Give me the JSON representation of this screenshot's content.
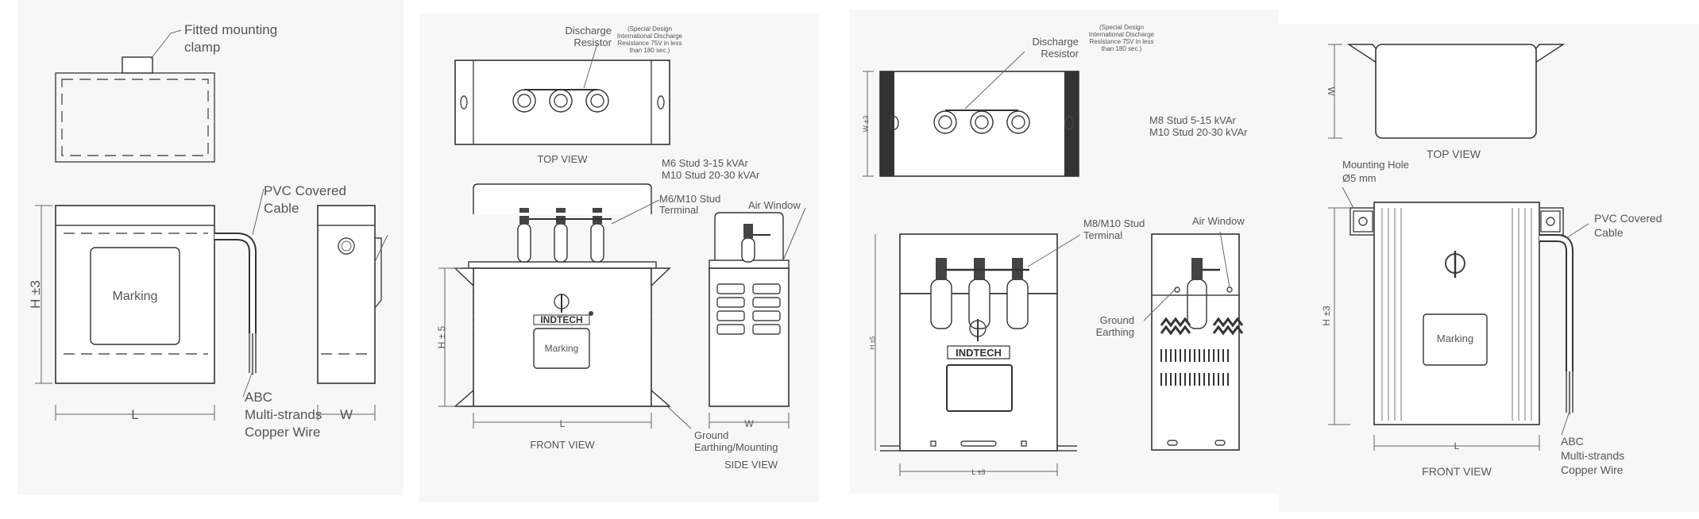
{
  "panel1": {
    "fitted_clamp": "Fitted mounting\nclamp",
    "pvc_cable": "PVC Covered\nCable",
    "marking": "Marking",
    "h_dim": "H ±3",
    "l_dim": "L",
    "w_dim": "W",
    "abc_wire": "ABC\nMulti-strands\nCopper Wire"
  },
  "panel2": {
    "discharge_resistor": "Discharge\nResistor",
    "special_design": "(Special Design\nInternational Discharge\nResistance 75V in less\nthan 180 sec.)",
    "top_view": "TOP VIEW",
    "stud_spec": "M6 Stud 3-15 kVAr\nM10 Stud 20-30 kVAr",
    "stud_terminal": "M6/M10 Stud\nTerminal",
    "air_window": "Air Window",
    "h_dim": "H ± 5",
    "brand": "INDTECH",
    "marking": "Marking",
    "l_dim": "L",
    "w_dim": "W",
    "front_view": "FRONT VIEW",
    "ground": "Ground\nEarthing/Mounting",
    "side_view": "SIDE VIEW"
  },
  "panel3": {
    "discharge_resistor": "Discharge\nResistor",
    "special_design": "(Special Design\nInternational Discharge\nResistance 75V in less\nthan 180 sec.)",
    "w_dim": "W ±3",
    "stud_spec": "M8 Stud 5-15 kVAr\nM10 Stud 20-30 kVAr",
    "stud_terminal": "M8/M10 Stud\nTerminal",
    "air_window": "Air Window",
    "h_dim": "H ±5",
    "brand": "INDTECH",
    "ground": "Ground\nEarthing",
    "l_dim": "L ±3"
  },
  "panel4": {
    "w_dim": "W",
    "top_view": "TOP VIEW",
    "mounting_hole": "Mounting Hole\nØ5 mm",
    "pvc_cable": "PVC Covered\nCable",
    "h_dim": "H ±3",
    "marking": "Marking",
    "l_dim": "L",
    "front_view": "FRONT VIEW",
    "abc_wire": "ABC\nMulti-strands\nCopper Wire"
  }
}
